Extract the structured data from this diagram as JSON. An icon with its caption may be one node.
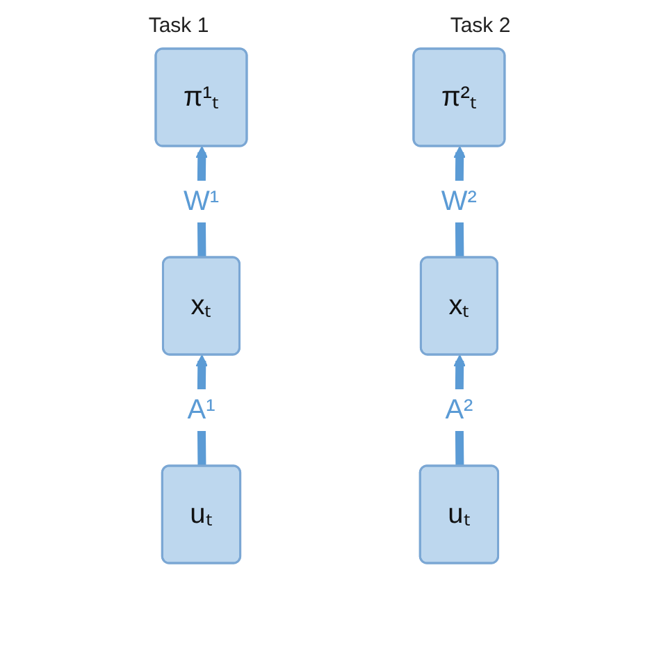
{
  "diagram": {
    "nodes": [
      {
        "text": [
          "π¹ₜ"
        ]
      },
      {
        "text": [
          "xₜ"
        ]
      },
      {
        "text": [
          "uₜ"
        ]
      },
      {
        "text": [
          "π²ₜ"
        ]
      },
      {
        "text": [
          "xₜ"
        ]
      },
      {
        "text": [
          "uₜ"
        ]
      }
    ],
    "edges": [
      {
        "from": 2,
        "to": 1,
        "arrow": "to",
        "label": "A¹"
      },
      {
        "from": 1,
        "to": 0,
        "arrow": "to",
        "label": "W¹"
      },
      {
        "from": 5,
        "to": 4,
        "arrow": "to",
        "label": "A²"
      },
      {
        "from": 4,
        "to": 3,
        "arrow": "to",
        "label": "W²"
      }
    ],
    "labels": [
      "Task 1",
      "Task 2"
    ]
  }
}
